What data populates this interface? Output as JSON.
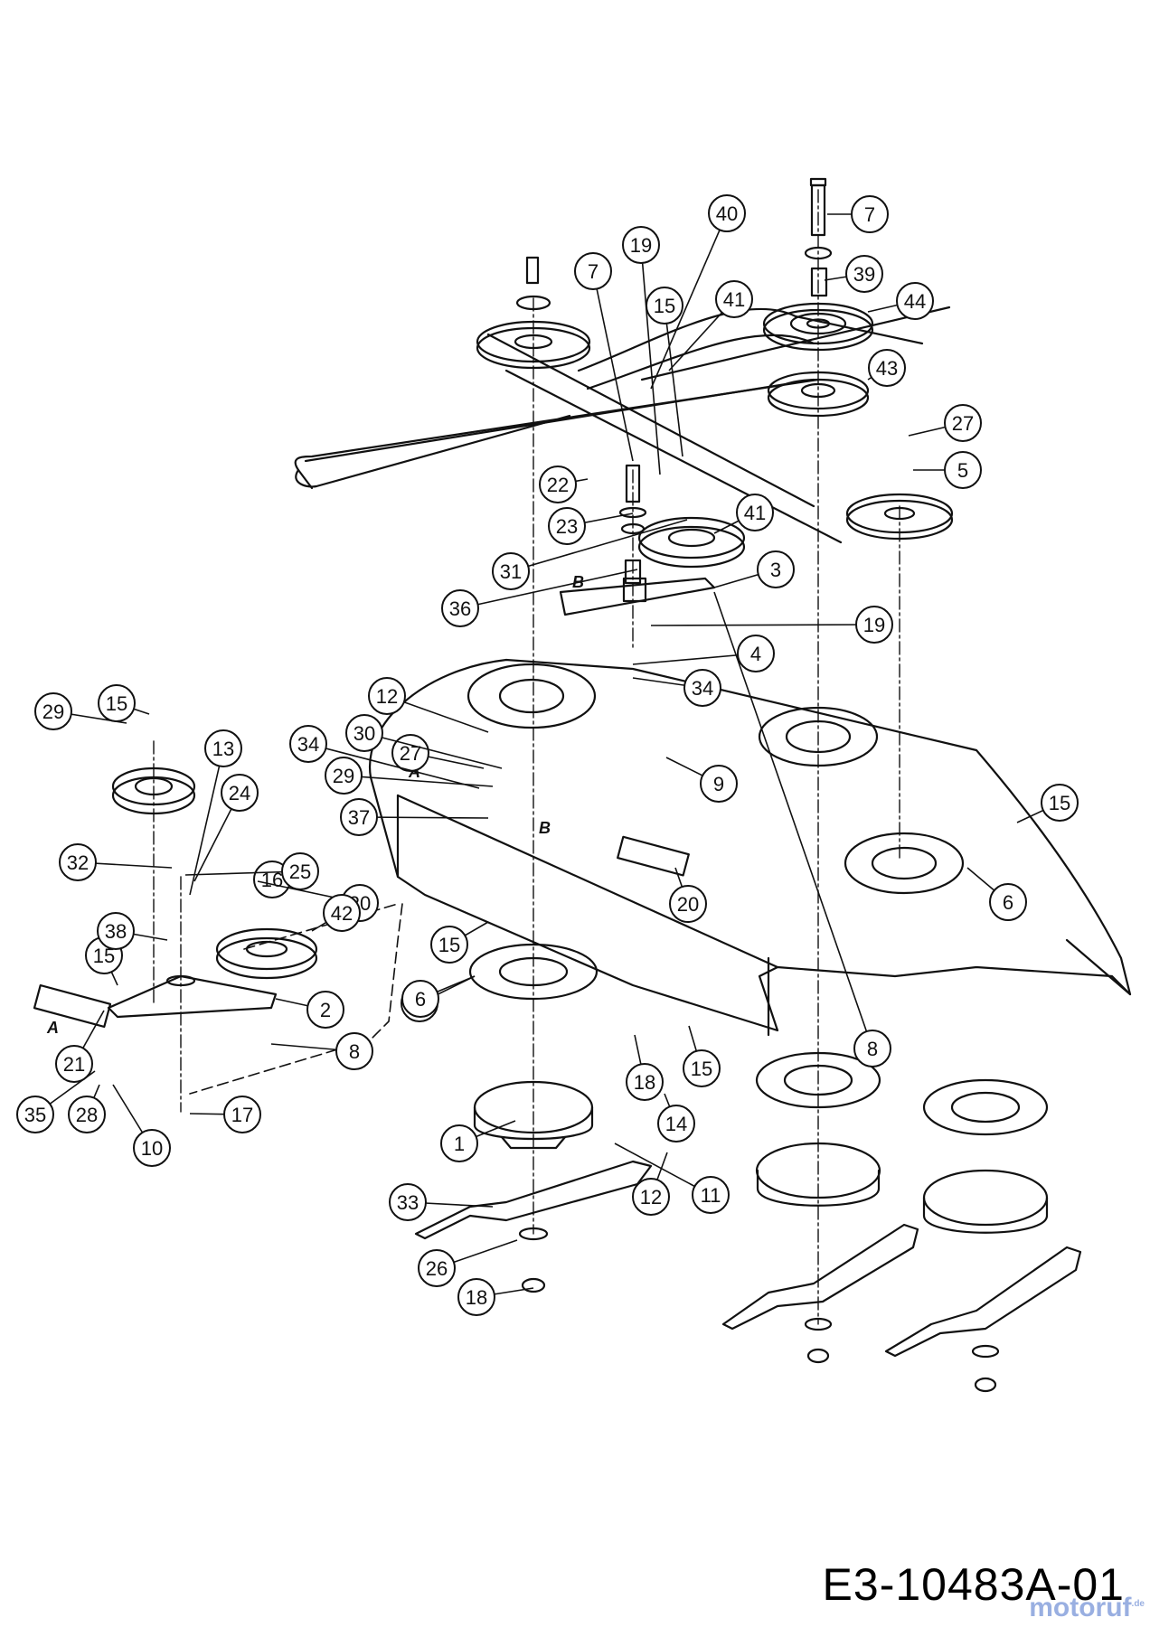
{
  "drawing": {
    "id": "E3-10483A-01",
    "watermark": "motoruf",
    "watermark_tld": ".de"
  },
  "colors": {
    "line": "#111111",
    "paper": "#ffffff",
    "watermark": "#5b7fcf"
  },
  "ref_marks": [
    "A",
    "B",
    "A",
    "B"
  ],
  "callouts": [
    "1",
    "2",
    "3",
    "4",
    "5",
    "6",
    "6",
    "6",
    "7",
    "7",
    "8",
    "8",
    "9",
    "10",
    "11",
    "12",
    "12",
    "13",
    "14",
    "15",
    "15",
    "15",
    "15",
    "15",
    "15",
    "16",
    "17",
    "18",
    "18",
    "19",
    "19",
    "20",
    "20",
    "21",
    "22",
    "23",
    "24",
    "25",
    "26",
    "27",
    "27",
    "28",
    "29",
    "29",
    "30",
    "31",
    "32",
    "33",
    "34",
    "34",
    "35",
    "36",
    "37",
    "38",
    "39",
    "40",
    "41",
    "41",
    "42",
    "43",
    "44"
  ]
}
